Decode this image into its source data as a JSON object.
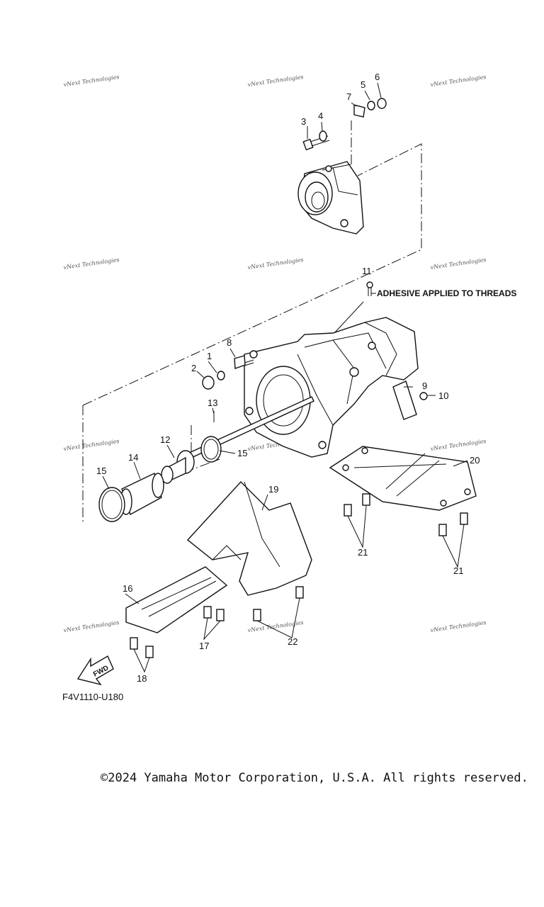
{
  "callouts": [
    "1",
    "2",
    "3",
    "4",
    "5",
    "6",
    "7",
    "8",
    "9",
    "10",
    "11",
    "12",
    "13",
    "14",
    "15",
    "15",
    "16",
    "17",
    "18",
    "19",
    "20",
    "21",
    "21",
    "22"
  ],
  "note": "ADHESIVE APPLIED TO THREADS",
  "fwd_label": "FWD",
  "diagram_code": "F4V1110-U180",
  "copyright": "©2024 Yamaha Motor Corporation, U.S.A. All rights reserved.",
  "watermark": "vNext Technologies"
}
